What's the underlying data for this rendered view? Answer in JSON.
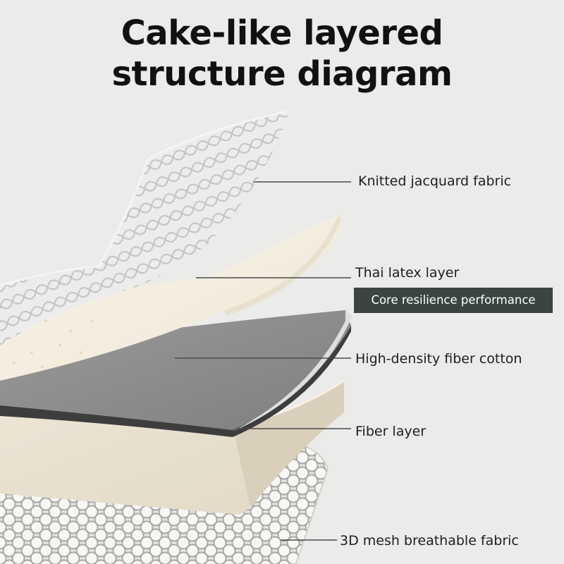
{
  "title": {
    "line1": "Cake-like layered",
    "line2": "structure diagram"
  },
  "layers": [
    {
      "label": "Knitted jacquard fabric"
    },
    {
      "label": "Thai latex layer",
      "badge": "Core resilience performance"
    },
    {
      "label": "High-density fiber cotton"
    },
    {
      "label": "Fiber layer"
    },
    {
      "label": "3D mesh breathable fabric"
    }
  ],
  "colors": {
    "background": "#ebebea",
    "badge_bg": "#3b4540",
    "latex": "#f4f1e6",
    "fiber_cotton": "#8c8c8c",
    "fiber_layer": "#eae3d4",
    "mesh": "#e9e9e7"
  }
}
